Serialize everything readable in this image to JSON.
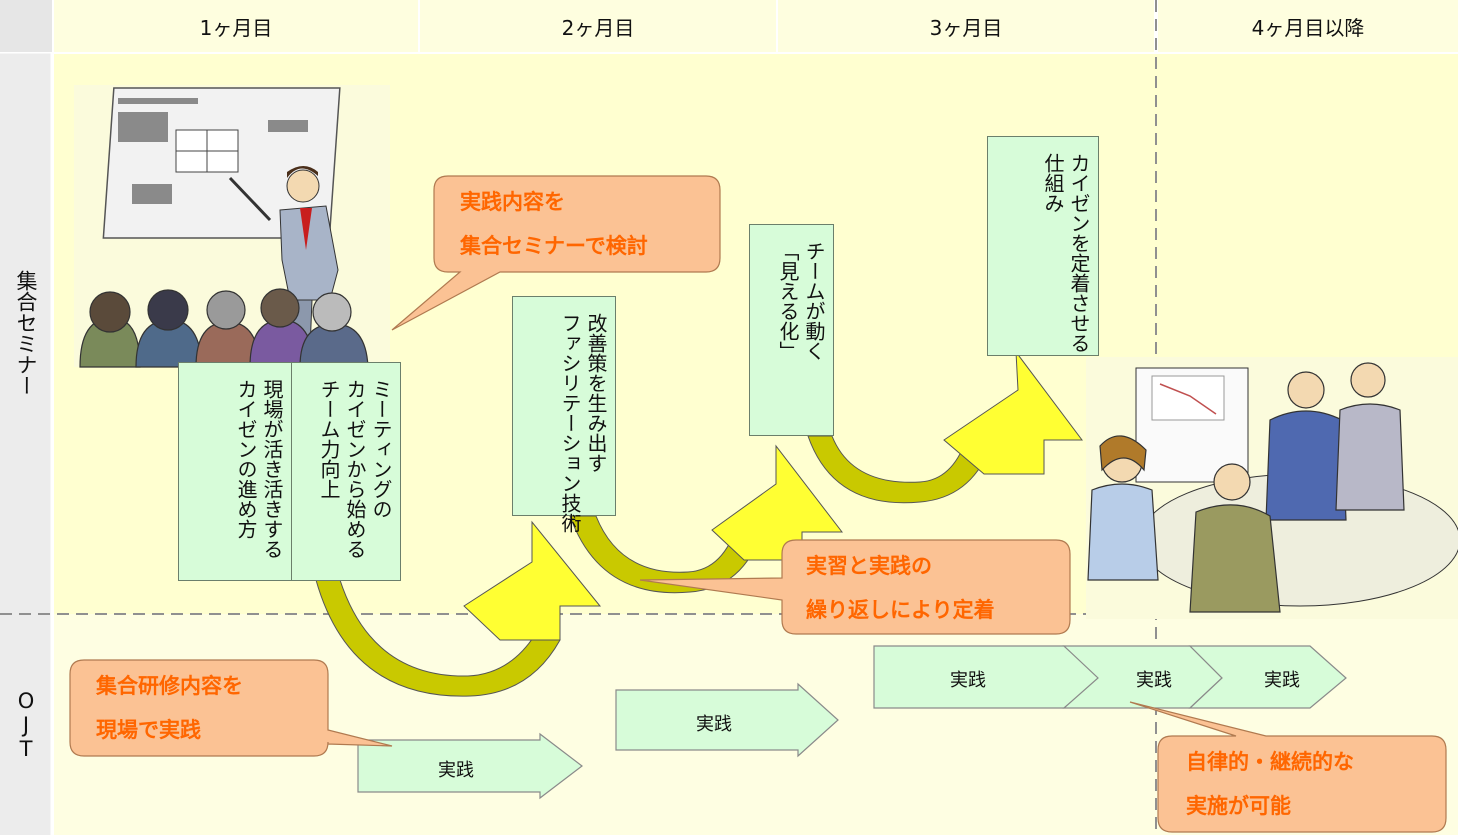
{
  "columns": [
    "1ヶ月目",
    "2ヶ月目",
    "3ヶ月目",
    "4ヶ月目以降"
  ],
  "rows": [
    "集合セミナー",
    "OJT"
  ],
  "topics": [
    {
      "lines": "現場が活き活きする\nカイゼンの進め方"
    },
    {
      "lines": "ミーティングの\nカイゼンから始める\nチーム力向上"
    },
    {
      "lines": "改善策を生み出す\nファシリテーション技術"
    },
    {
      "lines": "チームが動く\n「見える化」"
    },
    {
      "lines": "カイゼンを定着させる\n仕組み"
    }
  ],
  "callouts": {
    "seminar": "実践内容を\n集合セミナーで検討",
    "repeat": "実習と実践の\n繰り返しにより定着",
    "ojt": "集合研修内容を\n現場で実践",
    "autonomous": "自律的・継続的な\n実施が可能"
  },
  "practice_label": "実践",
  "colors": {
    "header_bg": "#fefedf",
    "seminar_bg": "#ffffd0",
    "ojt_bg": "#fefee2",
    "topic_box": "#d7fcd9",
    "callout_fill": "#fbc294",
    "callout_text": "#ff6600",
    "arrow_yellow": "#ffff33",
    "arrow_olive": "#c9c900"
  }
}
